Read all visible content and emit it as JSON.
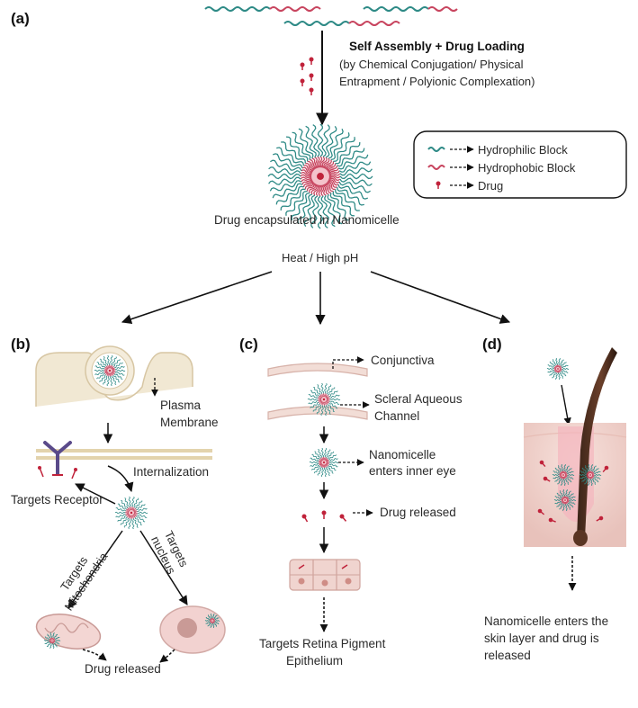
{
  "panels": {
    "a": {
      "label": "(a)",
      "step_title": "Self Assembly + Drug Loading",
      "step_detail_1": "(by Chemical Conjugation/ Physical",
      "step_detail_2": "Entrapment / Polyionic Complexation)",
      "micelle_caption": "Drug encapsulated in Nanomicelle",
      "trigger": "Heat / High pH",
      "legend": [
        {
          "label": "Hydrophilic Block",
          "color": "#2e8a86",
          "icon": "teal-wave-icon"
        },
        {
          "label": "Hydrophobic Block",
          "color": "#c8455f",
          "icon": "pink-wave-icon"
        },
        {
          "label": "Drug",
          "color": "#c0223a",
          "icon": "drug-pin-icon"
        }
      ]
    },
    "b": {
      "label": "(b)",
      "plasma_1": "Plasma",
      "plasma_2": "Membrane",
      "internalization": "Internalization",
      "targets_receptor": "Targets Receptor",
      "mito_1": "Targets",
      "mito_2": "Mitochondria",
      "nucleus_1": "Targets",
      "nucleus_2": "nucleus",
      "released": "Drug released"
    },
    "c": {
      "label": "(c)",
      "conjunctiva": "Conjunctiva",
      "scleral_1": "Scleral Aqueous",
      "scleral_2": "Channel",
      "enters_1": "Nanomicelle",
      "enters_2": "enters inner eye",
      "released": "Drug released",
      "retina_1": "Targets Retina Pigment",
      "retina_2": "Epithelium"
    },
    "d": {
      "label": "(d)",
      "caption_1": "Nanomicelle enters the",
      "caption_2": "skin layer and drug is",
      "caption_3": "released"
    }
  },
  "colors": {
    "hydrophilic": "#2e8a86",
    "hydrophobic": "#c8455f",
    "drug": "#c0223a",
    "membrane": "#e9dcc0",
    "tissue": "#ecc9c3"
  }
}
